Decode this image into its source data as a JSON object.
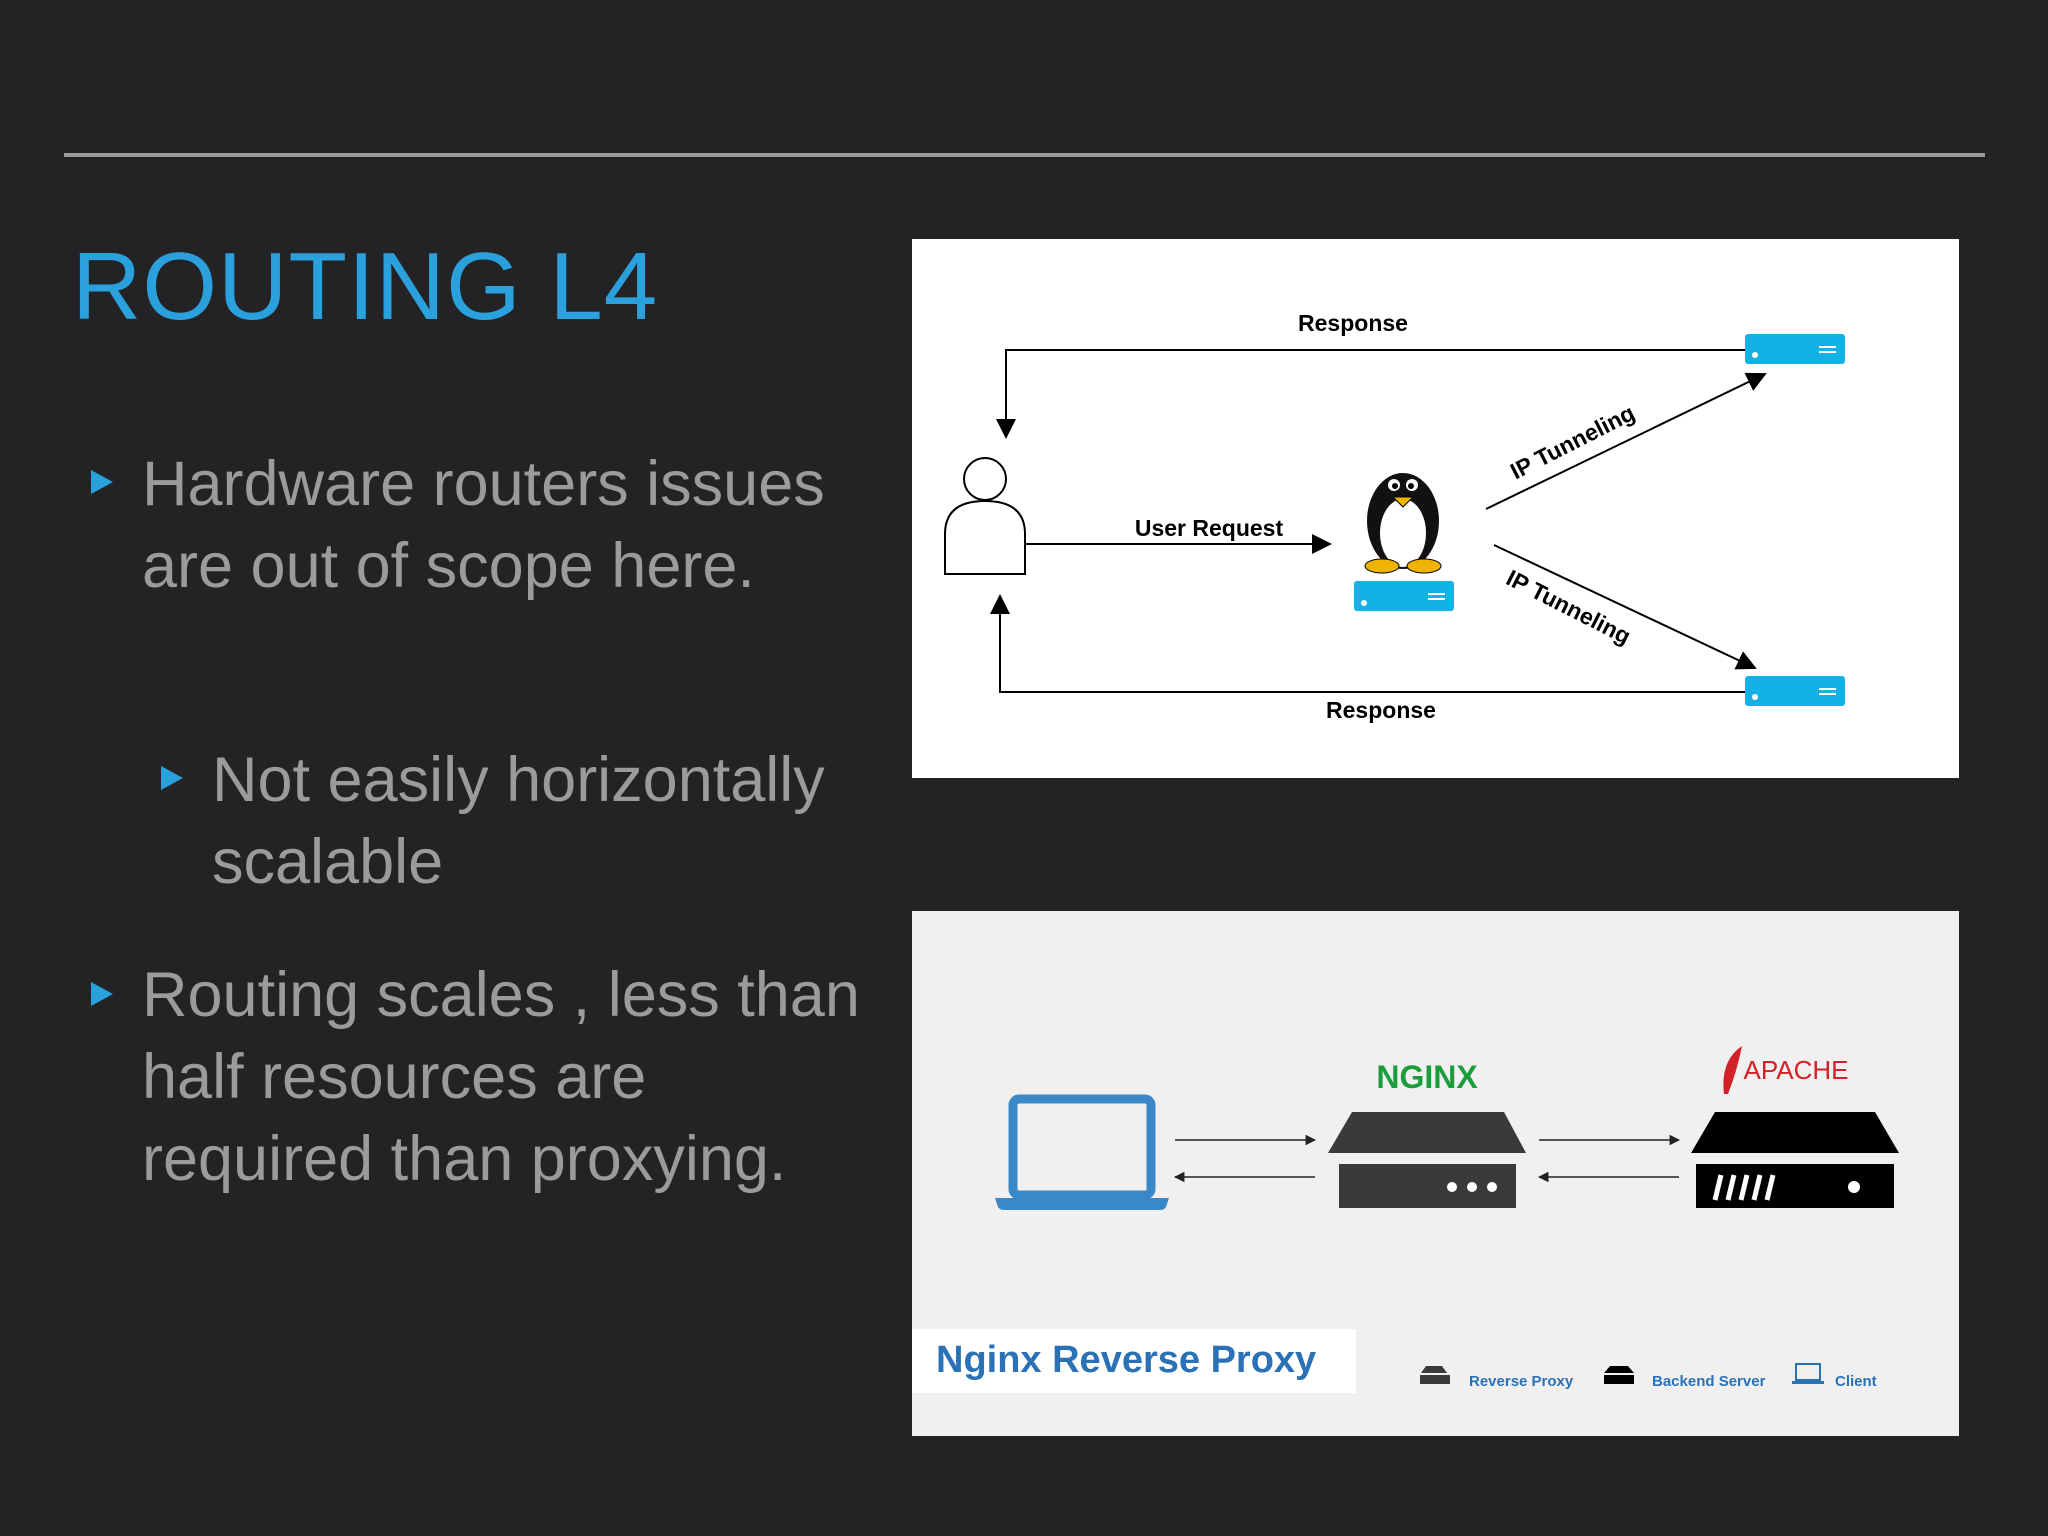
{
  "slide": {
    "title": "ROUTING L4",
    "bullets": [
      {
        "text": "Hardware routers issues are out of scope here.",
        "level": 1
      },
      {
        "text": "Not easily horizontally scalable",
        "level": 2
      },
      {
        "text": "Routing scales , less than half resources are required than proxying.",
        "level": 1
      }
    ],
    "accent_color": "#2aa1dc",
    "text_color": "#9b9b9b",
    "background_color": "#232325"
  },
  "diagram_top": {
    "response_top": "Response",
    "response_bottom": "Response",
    "user_request": "User Request",
    "tunnel_top": "IP Tunneling",
    "tunnel_bottom": "IP Tunneling",
    "icons": [
      "user-icon",
      "linux-penguin-icon",
      "server-icon"
    ],
    "server_color": "#14b1e7"
  },
  "diagram_bottom": {
    "nginx_logo": "NGINX",
    "apache_logo": "APACHE",
    "caption": "Nginx Reverse Proxy",
    "legend": [
      {
        "label": "Reverse Proxy",
        "icon": "reverse-proxy-icon"
      },
      {
        "label": "Backend Server",
        "icon": "backend-server-icon"
      },
      {
        "label": "Client",
        "icon": "laptop-icon"
      }
    ],
    "laptop_color": "#3b88c9",
    "nginx_color": "#1c9d3c",
    "caption_color": "#2a72b5"
  }
}
